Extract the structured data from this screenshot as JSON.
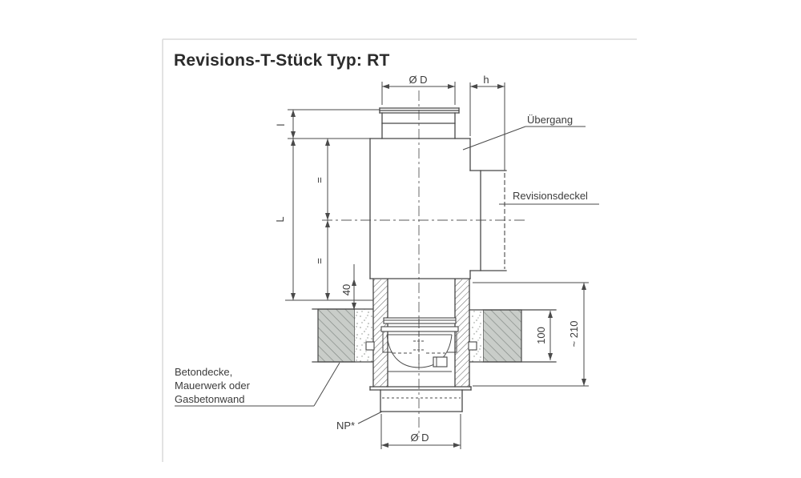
{
  "title": "Revisions-T-Stück Typ: RT",
  "dimensions": {
    "top_diameter": "Ø D",
    "cover_depth": "h",
    "socket_length": "l",
    "body_length": "L",
    "equal_upper": "=",
    "equal_lower": "=",
    "floor_clearance": "40",
    "wall_thickness": "100",
    "installed_height": "~ 210",
    "bottom_diameter": "Ø D"
  },
  "labels": {
    "transition": "Übergang",
    "inspection_cover": "Revisionsdeckel",
    "wall_material_line1": "Betondecke,",
    "wall_material_line2": "Mauerwerk oder",
    "wall_material_line3": "Gasbetonwand",
    "bottom_pipe": "NP*"
  },
  "colors": {
    "line": "#4a4a4a",
    "concrete_fill": "#c9cdc9",
    "concrete_hatch": "#858b87",
    "background": "#ffffff",
    "page_edge": "#dadada"
  }
}
